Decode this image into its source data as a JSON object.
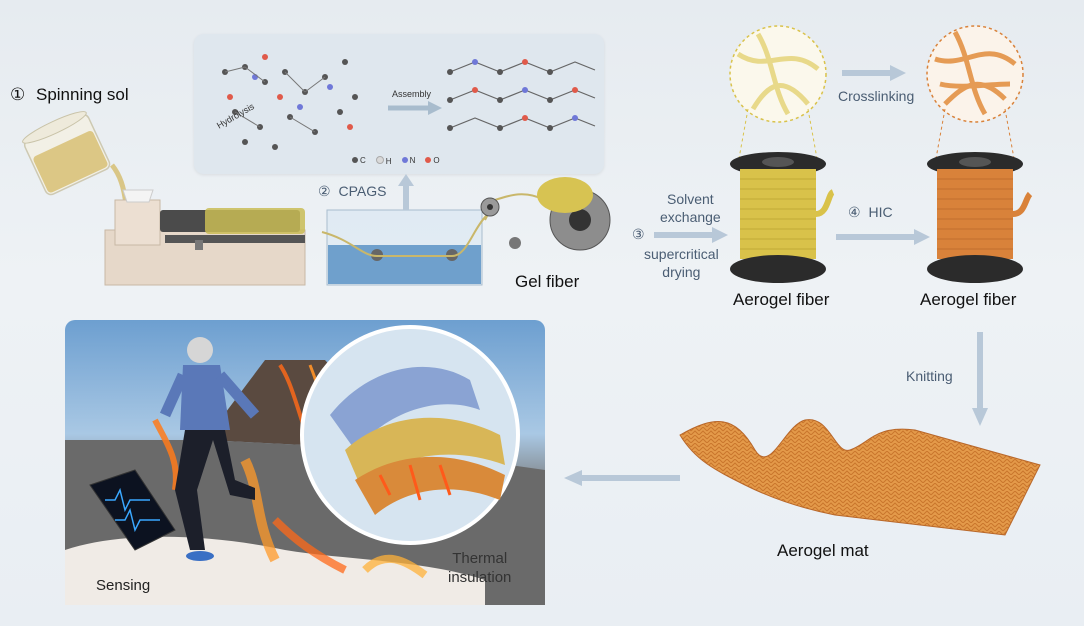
{
  "title": {
    "circled": "①",
    "text": "Spinning sol"
  },
  "chem_panel": {
    "hydrolysis_label": "Hydrolysis",
    "assembly_label": "Assembly",
    "legend": [
      {
        "symbol": "C",
        "color": "#555555"
      },
      {
        "symbol": "H",
        "color": "#d9d9d9"
      },
      {
        "symbol": "N",
        "color": "#6f78d8"
      },
      {
        "symbol": "O",
        "color": "#e05a4a"
      }
    ]
  },
  "steps": {
    "cpags": {
      "circled": "②",
      "text": "CPAGS"
    },
    "step3": {
      "circled": "③",
      "line1": "Solvent",
      "line2": "exchange",
      "line3": "supercritical",
      "line4": "drying"
    },
    "hic": {
      "circled": "④",
      "text": "HIC"
    },
    "crosslinking": "Crosslinking",
    "knitting": "Knitting"
  },
  "labels": {
    "gel_fiber": "Gel fiber",
    "aerogel_fiber_1": "Aerogel fiber",
    "aerogel_fiber_2": "Aerogel fiber",
    "aerogel_mat": "Aerogel mat",
    "sensing": "Sensing",
    "thermal_line1": "Thermal",
    "thermal_line2": "insulation"
  },
  "colors": {
    "arrow": "#b8c8d8",
    "gold_fiber": "#d9c24a",
    "copper_fiber": "#d9823a",
    "spool_dark": "#2b2b2b",
    "panel_bg": "#dfe7ee"
  }
}
